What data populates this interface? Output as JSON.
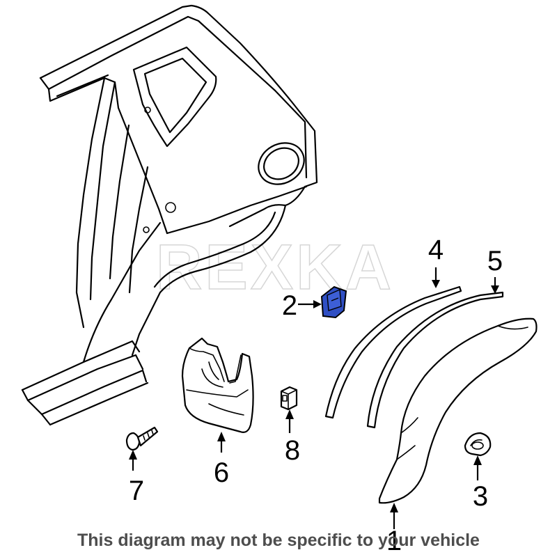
{
  "watermark": "REXKA",
  "disclaimer": "This diagram may not be specific to your vehicle",
  "highlight_color": "#2f4fc4",
  "callouts": {
    "c1": "1",
    "c2": "2",
    "c3": "3",
    "c4": "4",
    "c5": "5",
    "c6": "6",
    "c7": "7",
    "c8": "8"
  }
}
